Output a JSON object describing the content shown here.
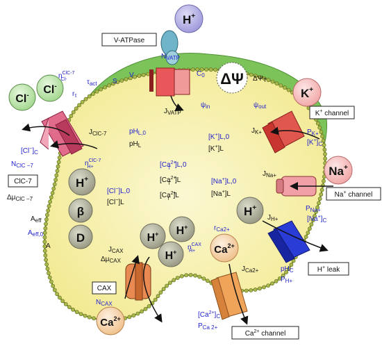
{
  "channels": {
    "vatpase": {
      "label": "V-ATPase",
      "ion": "H",
      "ion_sup": "+",
      "N": "N",
      "N_sub": "VATP",
      "J": "J",
      "J_sub": "VATP"
    },
    "k": {
      "label": "K",
      "label_sup": "+",
      "label_rest": "channel",
      "ion": "K",
      "ion_sup": "+",
      "J": "J",
      "J_sub": "K+",
      "P": "P",
      "P_sub": "K+",
      "conc": "[K",
      "conc_sup": "+",
      "conc_end": "]",
      "conc_sub": "C"
    },
    "na": {
      "label": "Na",
      "label_sup": "+",
      "label_rest": "channel",
      "ion": "Na",
      "ion_sup": "+",
      "J": "J",
      "J_sub": "Na+",
      "P": "P",
      "P_sub": "Na+",
      "conc": "[Na",
      "conc_sup": "+",
      "conc_end": "]",
      "conc_sub": "C"
    },
    "hleak": {
      "label": "H",
      "label_sup": "+",
      "label_rest": "leak",
      "ion": "H",
      "ion_sup": "+",
      "J": "J",
      "J_sub": "H+",
      "pH": "pH",
      "pH_sub": "C",
      "P": "P",
      "P_sub": "H+"
    },
    "ca": {
      "label": "Ca",
      "label_sup": "2+",
      "label_rest": "channel",
      "ion": "Ca",
      "ion_sup": "2+",
      "J": "J",
      "J_sub": "Ca2+",
      "r": "r",
      "r_sub": "Ca2+",
      "conc": "[Ca",
      "conc_sup": "2+",
      "conc_end": "]",
      "conc_sub": "C",
      "P": "P",
      "P_sub": "Ca 2+"
    },
    "cax": {
      "label": "CAX",
      "ion": "Ca",
      "ion_sup": "2+",
      "N": "N",
      "N_sub": "CAX",
      "J": "J",
      "J_sub": "CAX",
      "dmu": "Δμ",
      "dmu_sub": "CAX",
      "n": "n",
      "n_sup": "CAX",
      "n_sub": "H+",
      "h_ion": "H",
      "h_sup": "+"
    },
    "clc7": {
      "label": "ClC-7",
      "ion": "Cl",
      "ion_sup": "-",
      "J": "J",
      "J_sub": "ClC-7",
      "n_cl": "n",
      "n_cl_sup": "ClC-7",
      "n_cl_sub": "Cl-",
      "n_h": "n",
      "n_h_sup": "ClC-7",
      "n_h_sub": "H+",
      "conc": "[Cl",
      "conc_sup": "−",
      "conc_end": "]",
      "conc_sub": "C",
      "N": "N",
      "N_sub": "ClC −7",
      "dmu": "Δμ",
      "dmu_sub": "ClC −7",
      "h_ion": "H",
      "h_sup": "+"
    }
  },
  "membrane": {
    "tau": "τ",
    "tau_sub": "act",
    "r": "r",
    "r_sub": "τ",
    "S": "S",
    "V": "V",
    "C": "C",
    "C_sub": "0",
    "dpsi": "ΔΨ",
    "dpsiT": "ΔΨ",
    "dpsiT_sub": "T",
    "psi_in": "ψ",
    "psi_in_sub": "in",
    "psi_out": "ψ",
    "psi_out_sub": "out"
  },
  "lumen": {
    "ph0": "pH",
    "ph0_sub": "L,0",
    "ph": "pH",
    "ph_sub": "L",
    "k0": "[K",
    "k0_sup": "+",
    "k0_sub": "]L,0",
    "k": "[K",
    "k_sup": "+",
    "k_sub": "]L",
    "na0": "[Na",
    "na0_sup": "+",
    "na0_sub": "]L,0",
    "na": "[Na",
    "na_sup": "+",
    "na_sub": "]L",
    "caT0": "[Ca",
    "caT0_sup": "2+",
    "caT0_supsub": "T",
    "caT0_sub": "]L,0",
    "caT": "[Ca",
    "caT_sup": "2+",
    "caT_supsub": "T",
    "caT_sub": "]L",
    "caf": "[Ca",
    "caf_sup": "2+",
    "caf_supsub": "f",
    "caf_sub": "]L",
    "cl0": "[Cl",
    "cl0_sup": "−",
    "cl0_sub": "]L,0",
    "cl": "[Cl",
    "cl_sup": "−",
    "cl_sub": "]L"
  },
  "buffers": {
    "beta": "β",
    "D": "D",
    "A_eff": "A",
    "A_eff_sub": "eff",
    "A_eff0": "A",
    "A_eff0_sub": "eff,0",
    "A": "A"
  },
  "colors": {
    "membrane_fill": "#f6f0a8",
    "membrane_beads": "#7a8a2a",
    "cytosol_green": "#7cc35a",
    "text_blue": "#2222cc",
    "ion_purple": "#b7b3e6",
    "ion_green": "#c4ecb4",
    "ion_gray": "#b7b7a3",
    "ion_pink": "#f8c6c6",
    "ion_orange": "#f6d6b2"
  }
}
